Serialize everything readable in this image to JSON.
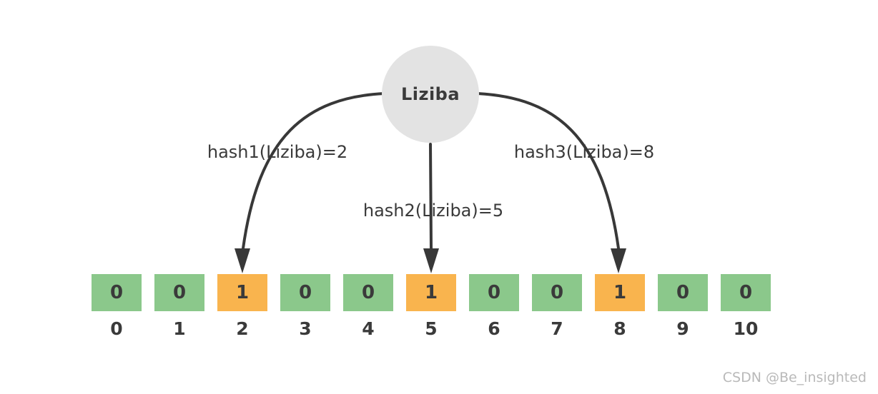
{
  "diagram": {
    "node": {
      "label": "Liziba"
    },
    "hash_labels": [
      {
        "text": "hash1(Liziba)=2",
        "target_index": 2
      },
      {
        "text": "hash2(Liziba)=5",
        "target_index": 5
      },
      {
        "text": "hash3(Liziba)=8",
        "target_index": 8
      }
    ],
    "array": {
      "cells": [
        {
          "index": 0,
          "value": 0
        },
        {
          "index": 1,
          "value": 0
        },
        {
          "index": 2,
          "value": 1
        },
        {
          "index": 3,
          "value": 0
        },
        {
          "index": 4,
          "value": 0
        },
        {
          "index": 5,
          "value": 1
        },
        {
          "index": 6,
          "value": 0
        },
        {
          "index": 7,
          "value": 0
        },
        {
          "index": 8,
          "value": 1
        },
        {
          "index": 9,
          "value": 0
        },
        {
          "index": 10,
          "value": 0
        }
      ]
    }
  },
  "watermark": {
    "text": "CSDN @Be_insighted"
  },
  "colors": {
    "bit_unset": "#8bc88b",
    "bit_set": "#f9b44e",
    "node_fill": "#e3e3e3",
    "ink": "#3a3a3a",
    "arrow": "#383838",
    "watermark": "#b9b9b9"
  }
}
